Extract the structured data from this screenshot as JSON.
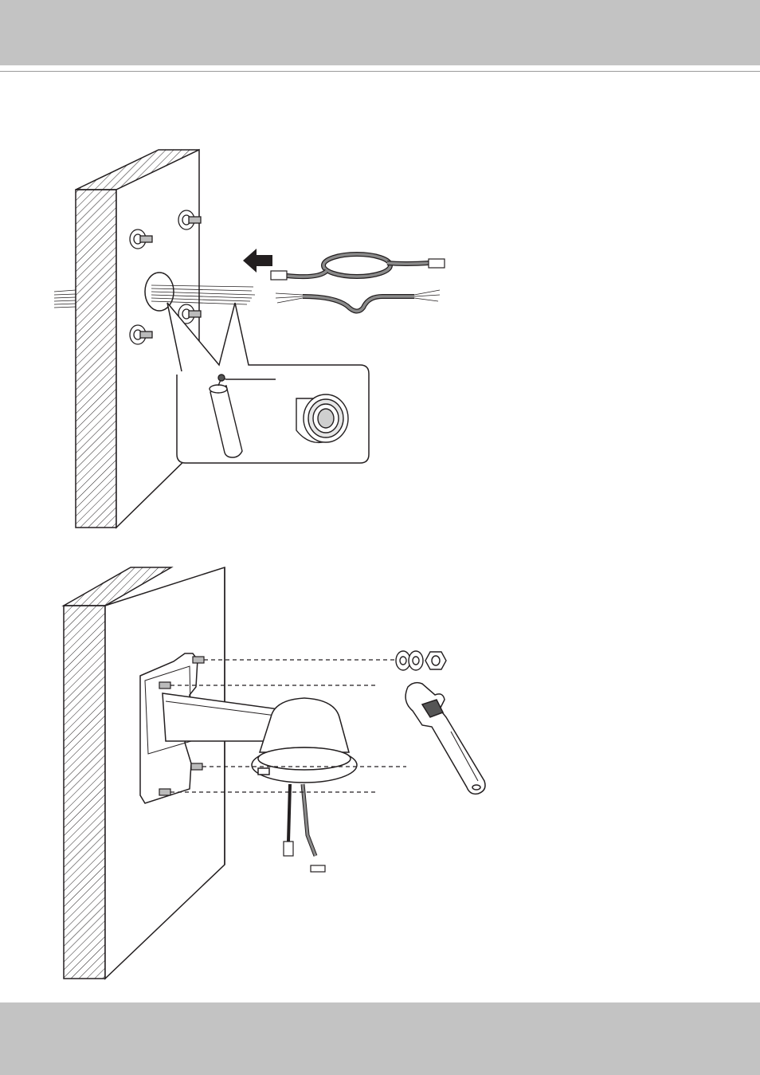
{
  "page": {
    "header_color": "#c3c3c3",
    "footer_color": "#c3c3c3",
    "line_color": "#231f20"
  },
  "figures": [
    {
      "name": "wall-preparation",
      "items": [
        "wall",
        "mounting-bolts",
        "cable-hole",
        "ethernet-cable",
        "io-cable",
        "sealant-tube",
        "waterproof-tape",
        "insert-arrow"
      ]
    },
    {
      "name": "bracket-mounting",
      "items": [
        "wall",
        "wall-bracket",
        "bracket-arm",
        "camera-base",
        "washers",
        "nut",
        "adjustable-wrench"
      ]
    }
  ]
}
